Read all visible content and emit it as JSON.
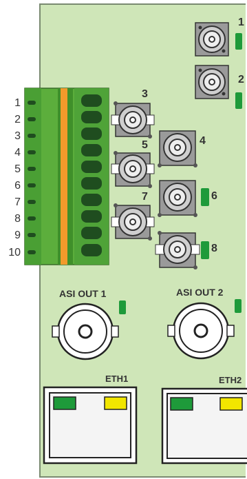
{
  "terminal_block": {
    "pin_labels": [
      "1",
      "2",
      "3",
      "4",
      "5",
      "6",
      "7",
      "8",
      "9",
      "10"
    ],
    "colors": {
      "body": "#5cae3c",
      "body_dark": "#3f8f2a",
      "stripe": "#f29a2b",
      "hole": "#1f4d1f"
    }
  },
  "coax_connectors": [
    {
      "label": "1"
    },
    {
      "label": "2"
    },
    {
      "label": "3"
    },
    {
      "label": "4"
    },
    {
      "label": "5"
    },
    {
      "label": "6"
    },
    {
      "label": "7"
    },
    {
      "label": "8"
    }
  ],
  "asi_outputs": [
    {
      "label": "ASI OUT 1"
    },
    {
      "label": "ASI OUT 2"
    }
  ],
  "ethernet_ports": [
    {
      "label": "ETH1"
    },
    {
      "label": "ETH2"
    }
  ],
  "colors": {
    "panel": "#cfe6b8",
    "led_green": "#1e9a3a",
    "led_yellow": "#f2e600",
    "connector_gray": "#9a9a9a"
  }
}
